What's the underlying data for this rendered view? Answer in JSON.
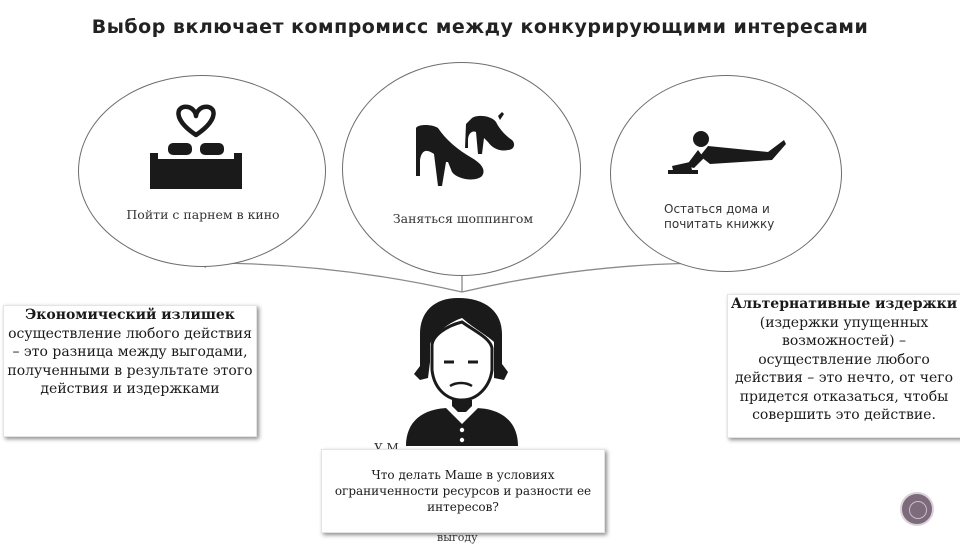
{
  "title": "Выбор включает компромисс между конкурирующими интересами",
  "options": [
    {
      "label": "Пойти с парнем в кино",
      "icon": "heart-cinema-icon"
    },
    {
      "label": "Заняться шоппингом",
      "icon": "shoes-icon"
    },
    {
      "label": "Остаться дома и почитать книжку",
      "icon": "reading-person-icon"
    }
  ],
  "center_icon": "girl-icon",
  "economic_surplus": {
    "heading": "Экономический излишек",
    "text": "осуществление любого действия – это разница между выгодами, полученными в результате этого действия и издержками"
  },
  "alternative_costs": {
    "heading": "Альтернативные издержки",
    "text": "(издержки упущенных возможностей) – осуществление любого действия – это нечто, от чего придется отказаться, чтобы совершить это действие."
  },
  "question": "Что делать Маше в условиях ограниченности ресурсов и разности ее интересов?",
  "stray_top": "У М",
  "stray_bottom": "выгоду"
}
